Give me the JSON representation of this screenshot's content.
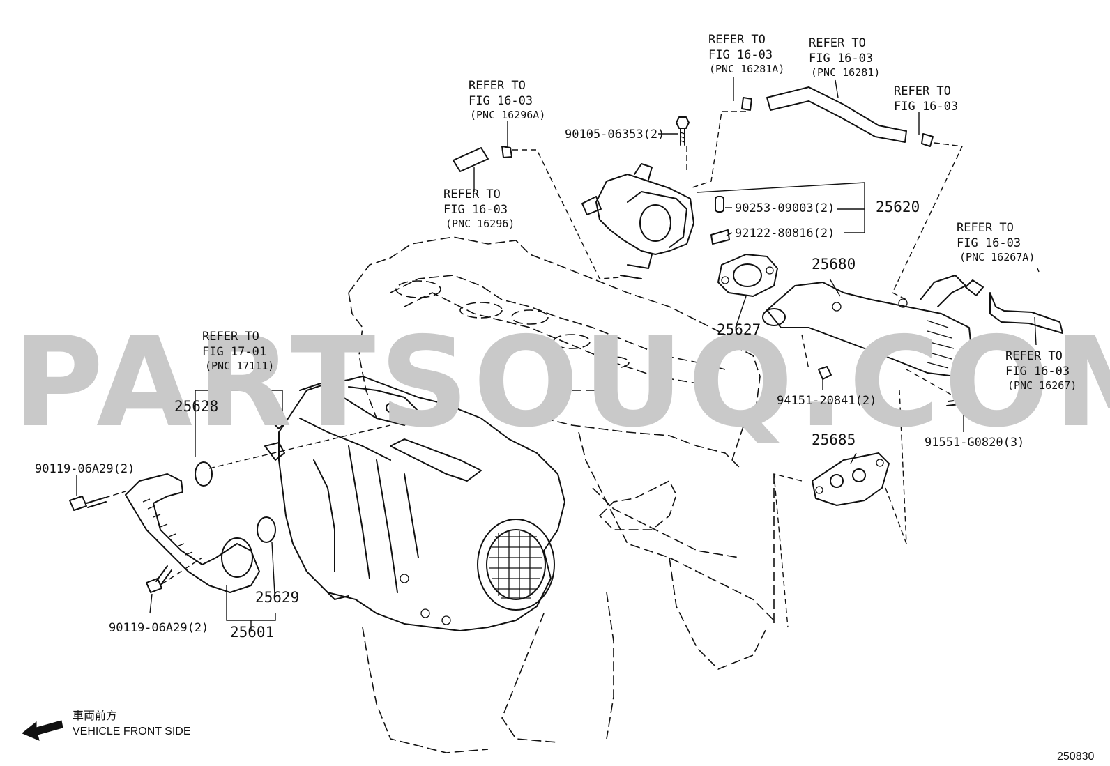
{
  "watermark": "PARTSOUQ.COM",
  "figure_number": "250830",
  "direction": {
    "japanese": "車両前方",
    "english": "VEHICLE FRONT SIDE"
  },
  "callouts": {
    "c16296a": [
      "REFER TO",
      "FIG 16-03",
      "(PNC 16296A)"
    ],
    "c16296": [
      "REFER TO",
      "FIG 16-03",
      "(PNC 16296)"
    ],
    "c16281a": [
      "REFER TO",
      "FIG 16-03",
      "(PNC 16281A)"
    ],
    "c16281": [
      "REFER TO",
      "FIG 16-03",
      "(PNC 16281)"
    ],
    "c1603": [
      "REFER TO",
      "FIG 16-03"
    ],
    "c16267a": [
      "REFER TO",
      "FIG 16-03",
      "(PNC 16267A)"
    ],
    "c16267": [
      "REFER TO",
      "FIG 16-03",
      "(PNC 16267)"
    ],
    "c17111": [
      "REFER TO",
      "FIG 17-01",
      "(PNC 17111)"
    ]
  },
  "parts": {
    "p9010506353": "90105-06353(2)",
    "p9025309003": "90253-09003(2)",
    "p9212280816": "92122-80816(2)",
    "p25620": "25620",
    "p25627": "25627",
    "p25680": "25680",
    "p9415120841": "94151-20841(2)",
    "p91551g0820": "91551-G0820(3)",
    "p25685": "25685",
    "p25628": "25628",
    "p9011906a29a": "90119-06A29(2)",
    "p9011906a29b": "90119-06A29(2)",
    "p25629": "25629",
    "p25601": "25601"
  }
}
